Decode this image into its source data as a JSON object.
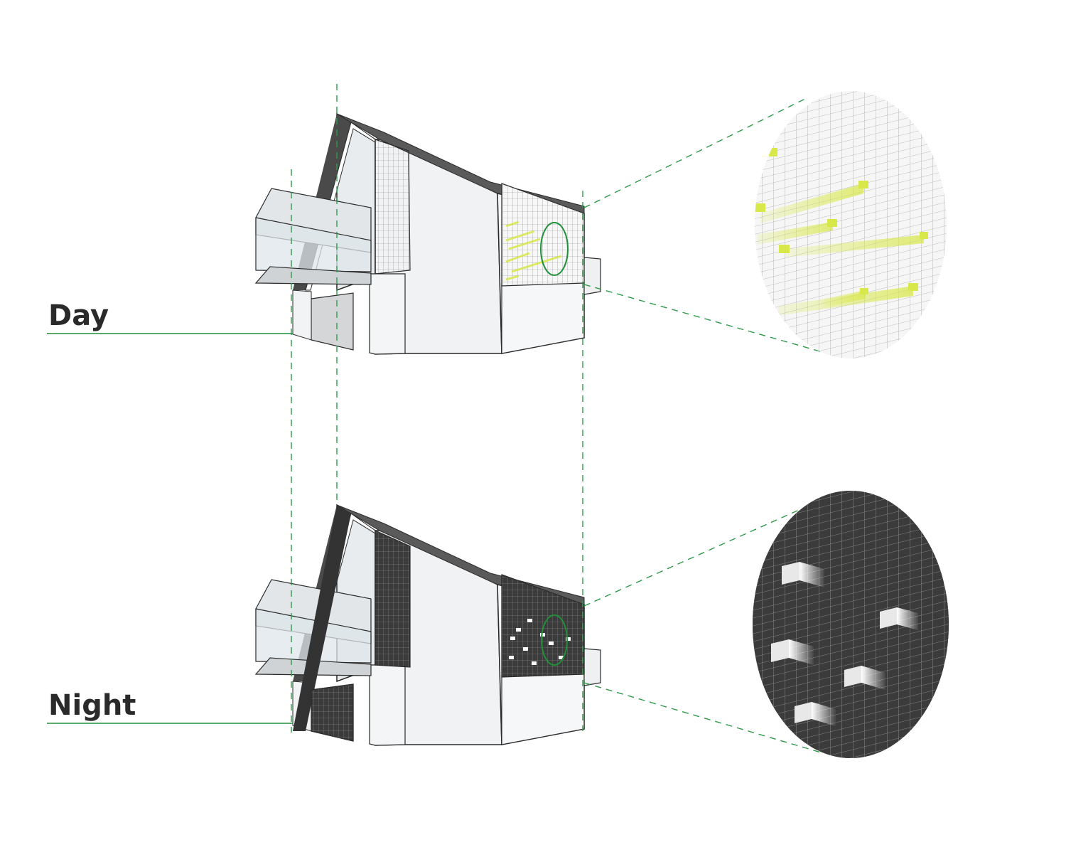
{
  "labels": {
    "day": "Day",
    "night": "Night"
  },
  "colors": {
    "accent": "#1f8f3a",
    "dash": "#2e9a4a",
    "light_yellow": "#d8e84a",
    "night_panel": "#3b3b3b",
    "day_panel": "#f4f4f4",
    "wall": "#f1f2f3",
    "outline": "#2a2a2a",
    "glass": "#dde6ea"
  },
  "icons": {
    "day_building": "house-elevation",
    "night_building": "house-elevation",
    "detail": "magnifier-circle"
  }
}
